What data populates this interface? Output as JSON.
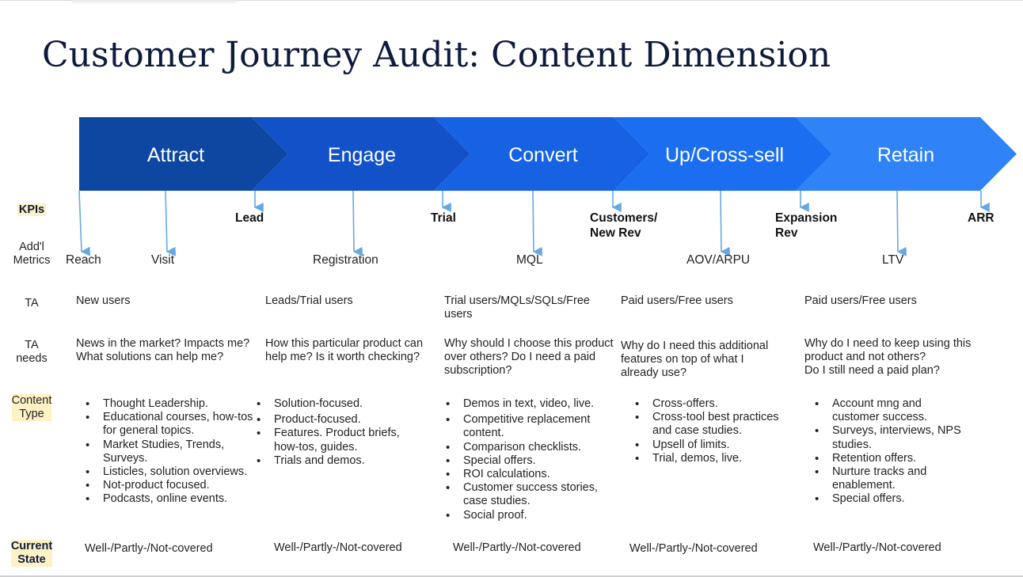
{
  "title": "Customer Journey Audit: Content Dimension",
  "colors": {
    "stage_fills": [
      "#0d47a1",
      "#1351c8",
      "#1762e2",
      "#1b6ef0",
      "#2f83f6"
    ],
    "arrow_line": "#64a8e6",
    "highlight": "#fdf2c4",
    "title_color": "#0f1b3d"
  },
  "stages": [
    "Attract",
    "Engage",
    "Convert",
    "Up/Cross-sell",
    "Retain"
  ],
  "kpis": [
    {
      "label": "Lead"
    },
    {
      "label": "Trial"
    },
    {
      "label": "Customers/\nNew Rev"
    },
    {
      "label": "Expansion\nRev"
    },
    {
      "label": "ARR"
    }
  ],
  "metrics": [
    "Reach",
    "Visit",
    "Registration",
    "MQL",
    "AOV/ARPU",
    "LTV"
  ],
  "row_labels": {
    "kpis": "KPIs",
    "metrics": "Add'l\nMetrics",
    "ta": "TA",
    "ta_needs": "TA\nneeds",
    "content_type": "Content\nType",
    "current_state": "Current\nState"
  },
  "ta": [
    "New users",
    "Leads/Trial users",
    "Trial users/MQLs/SQLs/Free users",
    "Paid users/Free users",
    "Paid users/Free users"
  ],
  "ta_needs": [
    [
      "News in the market? Impacts me?",
      "What solutions can help me?"
    ],
    [
      "How this particular product can help me? Is it worth checking?"
    ],
    [
      "Why should I choose this product over others? Do I need a paid subscription?"
    ],
    [
      "Why do I need this additional features on top of what I already use?"
    ],
    [
      "Why do I need to keep using this product and not others?",
      "Do I still need a paid plan?"
    ]
  ],
  "content_types": [
    [
      "Thought Leadership.",
      "Educational courses, how-tos for general topics.",
      "Market Studies, Trends, Surveys.",
      "Listicles, solution overviews.",
      "Not-product focused.",
      "Podcasts, online events."
    ],
    [
      "Solution-focused.",
      "Product-focused.",
      "Features. Product briefs, how-tos, guides.",
      "Trials and demos."
    ],
    [
      "Demos in text, video, live.",
      "Competitive replacement content.",
      "Comparison checklists.",
      "Special offers.",
      "ROI calculations.",
      "Customer success stories, case studies.",
      "Social proof."
    ],
    [
      "Cross-offers.",
      "Cross-tool best practices and case studies.",
      "Upsell of limits.",
      "Trial, demos, live."
    ],
    [
      "Account mng and customer success.",
      "Surveys, interviews, NPS studies.",
      "Retention offers.",
      "Nurture tracks and enablement.",
      "Special offers."
    ]
  ],
  "current_state": [
    "Well-/Partly-/Not-covered",
    "Well-/Partly-/Not-covered",
    "Well-/Partly-/Not-covered",
    "Well-/Partly-/Not-covered",
    "Well-/Partly-/Not-covered"
  ]
}
